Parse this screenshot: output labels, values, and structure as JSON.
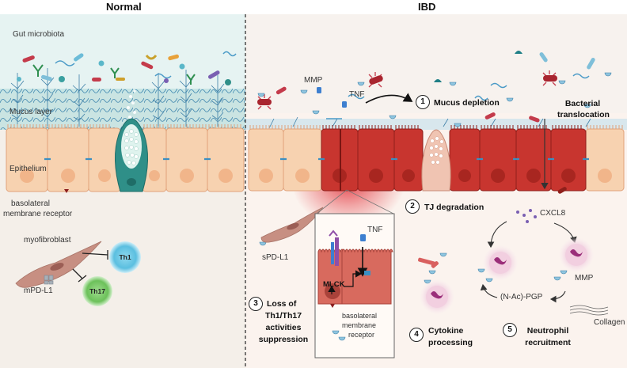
{
  "panels": {
    "normal_title": "Normal",
    "ibd_title": "IBD"
  },
  "normal": {
    "gut_microbiota": "Gut microbiota",
    "mucus_layer": "Mucus layer",
    "epithelium": "Epithelium",
    "receptor_line1": "basolateral",
    "receptor_line2": "membrane receptor",
    "myofibroblast": "myofibroblast",
    "mpdl1": "mPD-L1",
    "th1": "Th1",
    "th17": "Th17"
  },
  "ibd": {
    "mmp": "MMP",
    "tnf": "TNF",
    "bacterial_line1": "Bacterial",
    "bacterial_line2": "translocation",
    "spdl1": "sPD-L1",
    "cxcl8": "CXCL8",
    "mmp2": "MMP",
    "nacpgp": "(N-Ac)-PGP",
    "collagen": "Collagen"
  },
  "inset": {
    "tnf": "TNF",
    "mlck": "MLCK",
    "receptor_line1": "basolateral",
    "receptor_line2": "membrane",
    "receptor_line3": "receptor"
  },
  "steps": [
    {
      "number": "1",
      "line1": "Mucus depletion",
      "line2": "",
      "line3": ""
    },
    {
      "number": "2",
      "line1": "TJ degradation",
      "line2": "",
      "line3": ""
    },
    {
      "number": "3",
      "line1": "Loss of",
      "line2": "Th1/Th17",
      "line3": "activities",
      "line4": "suppression"
    },
    {
      "number": "4",
      "line1": "Cytokine",
      "line2": "processing",
      "line3": ""
    },
    {
      "number": "5",
      "line1": "Neutrophil",
      "line2": "recruitment",
      "line3": ""
    }
  ]
}
